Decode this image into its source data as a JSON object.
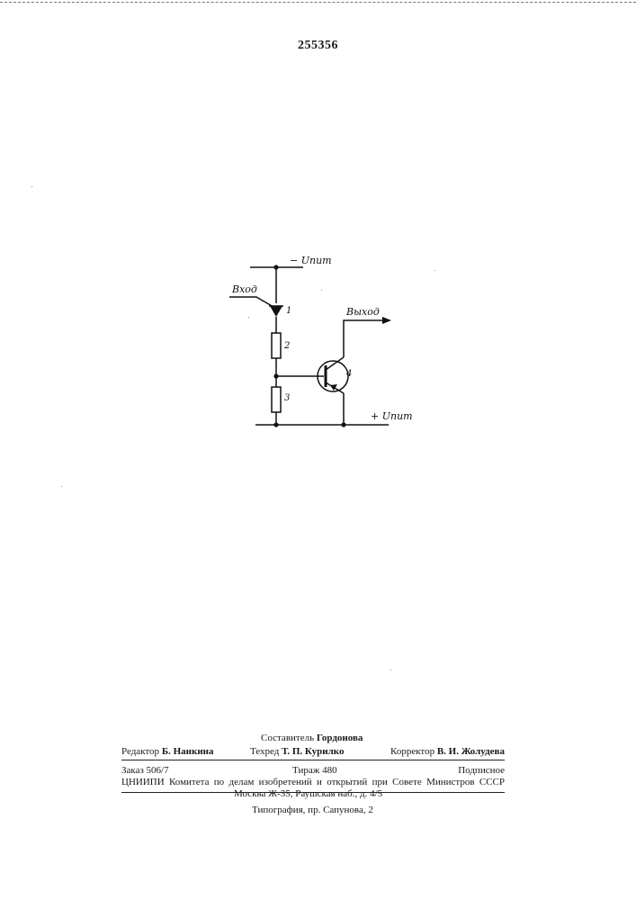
{
  "document": {
    "number": "255356"
  },
  "diagram": {
    "labels": {
      "supply_negative": "− Uпит",
      "supply_positive": "+ Uпит",
      "input": "Вход",
      "output": "Выход"
    },
    "components": {
      "diode": "1",
      "resistor_top": "2",
      "resistor_bottom": "3",
      "transistor": "4"
    }
  },
  "footer": {
    "compiler": {
      "label": "Составитель",
      "name": "Гордонова"
    },
    "editor": {
      "label": "Редактор",
      "name": "Б. Нанкина"
    },
    "techred": {
      "label": "Техред",
      "name": "Т. П. Курилко"
    },
    "corrector": {
      "label": "Корректор",
      "name": "В. И. Жолудева"
    },
    "order": "Заказ 506/7",
    "circulation": "Тираж 480",
    "subscription": "Подписное",
    "org_line": "ЦНИИПИ Комитета по делам изобретений и открытий при Совете Министров СССР",
    "address": "Москва Ж-35, Раушская наб., д. 4/5",
    "printer": "Типография, пр. Сапунова, 2"
  }
}
